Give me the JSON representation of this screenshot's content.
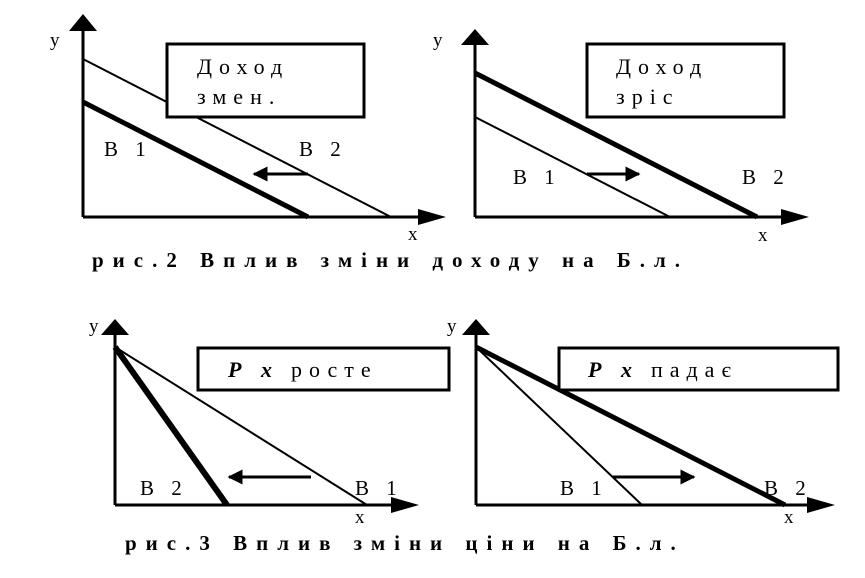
{
  "figure2": {
    "caption": "рис.2 Вплив зміни доходу на Б.л.",
    "left": {
      "y_axis": "y",
      "x_axis": "x",
      "box_line1": "Доход",
      "box_line2": "змен.",
      "line_b1": "В 1",
      "line_b2": "В 2"
    },
    "right": {
      "y_axis": "y",
      "x_axis": "x",
      "box_line1": "Доход",
      "box_line2": "зріс",
      "line_b1": "В 1",
      "line_b2": "В 2"
    }
  },
  "figure3": {
    "caption": "рис.3 Вплив зміни ціни на Б.л.",
    "left": {
      "y_axis": "y",
      "x_axis": "x",
      "box_bold": "Р х",
      "box_text": "росте",
      "line_b1": "В 1",
      "line_b2": "В 2"
    },
    "right": {
      "y_axis": "y",
      "x_axis": "x",
      "box_bold": "Р х",
      "box_text": "падає",
      "line_b1": "В 1",
      "line_b2": "В 2"
    }
  }
}
